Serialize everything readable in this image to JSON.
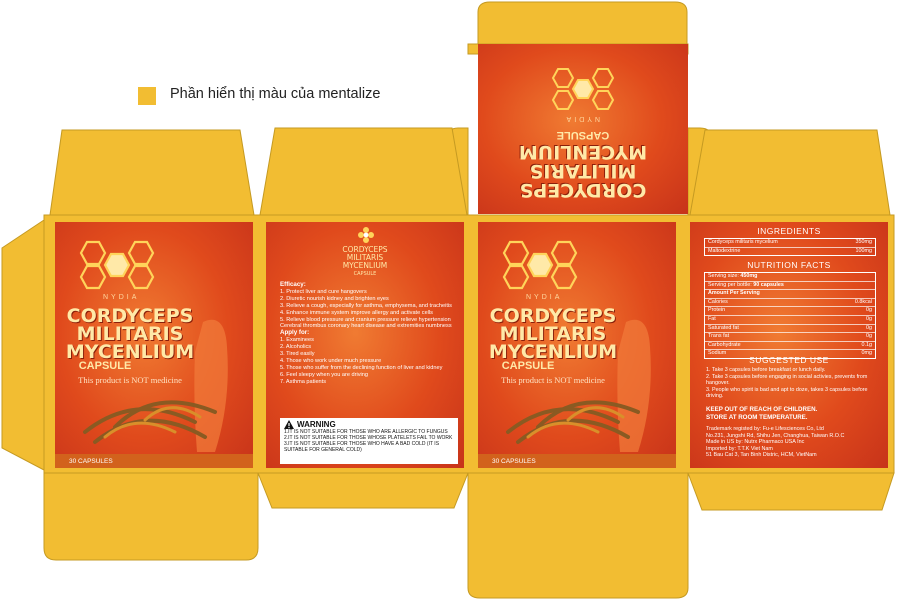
{
  "legend": {
    "label": "Phần hiển thị màu của mentalize",
    "color": "#f2bd32"
  },
  "colors": {
    "flap": "#f2bd32",
    "flap_stroke": "#c59a22",
    "panel_red": "#e04a1c",
    "honeycomb": "#ffd45a"
  },
  "brand": "NYDIA",
  "product": {
    "title_line1": "CORDYCEPS",
    "title_line2": "MILITARIS",
    "title_line3": "MYCENLIUM",
    "title_line4": "CAPSULE",
    "tagline": "This product is NOT medicine",
    "count": "30 CAPSULES"
  },
  "side_panel": {
    "title_line1": "CORDYCEPS",
    "title_line2": "MILITARIS",
    "title_line3": "MYCENLIUM",
    "title_line4": "CAPSULE",
    "efficacy_heading": "Efficacy:",
    "efficacy": [
      "1. Protect liver and cure hangovers",
      "2. Diuretic nourish kidney and brighten eyes",
      "3. Relieve a cough, especially for asthma, emphysema, and tracheitis",
      "4. Enhance immune system improve allergy and activate cells",
      "5. Relieve blood pressure and cranium pressure relieve hypertension Cerebral thrombus coronary heart disease and extremities numbness"
    ],
    "apply_heading": "Apply for:",
    "apply": [
      "1. Examinees",
      "2. Alcoholics",
      "3. Tired easily",
      "4. Those who work under much pressure",
      "5. Those who suffer from the declining function of liver and kidney",
      "6. Feel sleepy when you are driving",
      "7. Asthma patients"
    ],
    "warning_title": "WARNING",
    "warnings": [
      "1.IT IS NOT SUITABLE FOR THOSE WHO ARE ALLERGIC TO FUNGUS",
      "2.IT IS NOT SUITABLE FOR THOSE WHOSE PLATELETS FAIL TO WORK",
      "3.IT IS NOT SUITABLE FOR THOSE WHO HAVE A BAD COLD (IT IS SUITABLE FOR GENERAL COLD)"
    ]
  },
  "info_panel": {
    "ingredients_heading": "INGREDIENTS",
    "ingredients": [
      {
        "name": "Cordyceps militaris mycelium",
        "amount": "350mg"
      },
      {
        "name": "Maltodextrine",
        "amount": "100mg"
      }
    ],
    "nutrition_heading": "NUTRITION FACTS",
    "serving_size_label": "Serving size:",
    "serving_size": "450mg",
    "servings_label": "Serving per bottle:",
    "servings": "90 capsules",
    "amount_per_serving": "Amount Per Serving",
    "nutrients": [
      {
        "name": "Calories",
        "amount": "0.8kcal"
      },
      {
        "name": "Protein",
        "amount": "0g"
      },
      {
        "name": "Fat",
        "amount": "0g"
      },
      {
        "name": "Saturated fat",
        "amount": "0g"
      },
      {
        "name": "Trans fat",
        "amount": "0g"
      },
      {
        "name": "Carbohydrate",
        "amount": "0.1g"
      },
      {
        "name": "Sodium",
        "amount": "0mg"
      }
    ],
    "suggested_heading": "SUGGESTED USE",
    "suggested": [
      "1. Take 3 capsules before breakfast or lunch daily.",
      "2. Take 3 capsules before engaging in social activies, prevents from hangover.",
      "3. People who spirit is bad and apt to doze, takes 3 capsules before driving."
    ],
    "keep_line1": "KEEP OUT OF REACH OF CHILDREN.",
    "keep_line2": "STORE AT ROOM TEMPERATURE.",
    "company": [
      "Trademark registed by: Fu-e Lifesciences Co, Ltd",
      "No.231, Jungshi Rd, Shihu Jen, Changhua, Taiwan R.O.C",
      "Made in US by: Nutrx Pharmaco USA Inc",
      "Imported by: T.T.K Viet Nam",
      "51 Bau Cat 3, Tan Binh Distric, HCM, VietNam"
    ]
  }
}
